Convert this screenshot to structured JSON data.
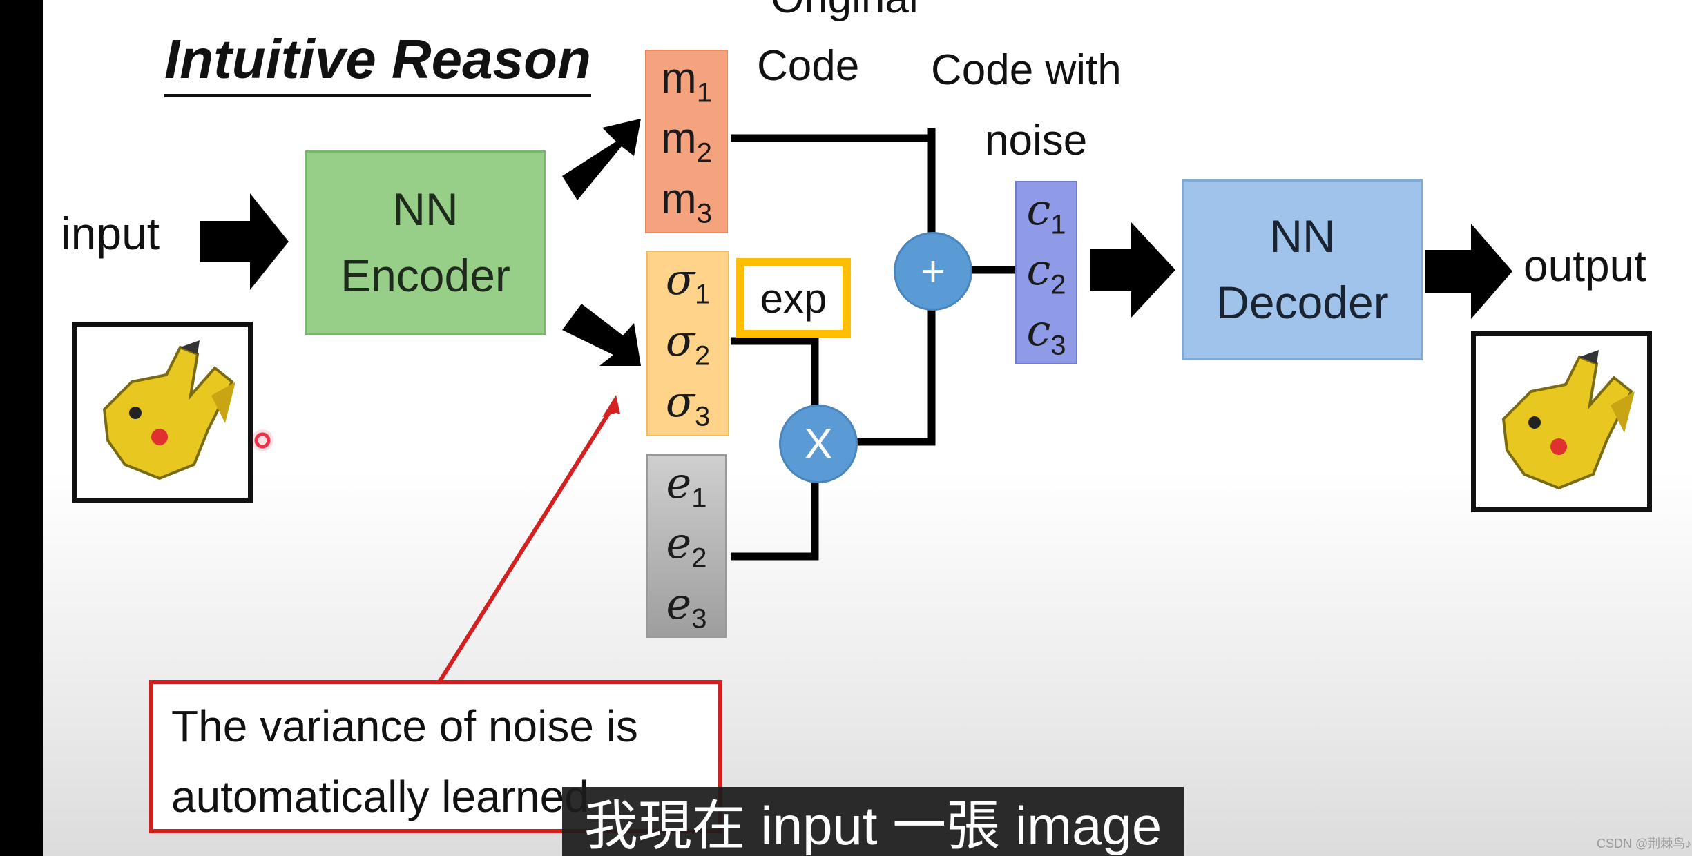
{
  "title": "Intuitive Reason",
  "labels": {
    "input": "input",
    "output": "output",
    "original_code_line1": "Original",
    "original_code_line2": "Code",
    "code_with_noise_line1": "Code with",
    "code_with_noise_line2": "noise",
    "exp": "exp",
    "plus": "+",
    "times": "X"
  },
  "encoder": {
    "line1": "NN",
    "line2": "Encoder"
  },
  "decoder": {
    "line1": "NN",
    "line2": "Decoder"
  },
  "vectors": {
    "m": [
      {
        "base": "m",
        "sub": "1"
      },
      {
        "base": "m",
        "sub": "2"
      },
      {
        "base": "m",
        "sub": "3"
      }
    ],
    "sigma": [
      {
        "base": "σ",
        "sub": "1"
      },
      {
        "base": "σ",
        "sub": "2"
      },
      {
        "base": "σ",
        "sub": "3"
      }
    ],
    "e": [
      {
        "base": "e",
        "sub": "1"
      },
      {
        "base": "e",
        "sub": "2"
      },
      {
        "base": "e",
        "sub": "3"
      }
    ],
    "c": [
      {
        "base": "c",
        "sub": "1"
      },
      {
        "base": "c",
        "sub": "2"
      },
      {
        "base": "c",
        "sub": "3"
      }
    ]
  },
  "note": {
    "line1": "The variance of noise is",
    "line2": "automatically learned"
  },
  "subtitle": "我現在 input 一張 image",
  "watermark": "CSDN @荆棘鸟♪",
  "colors": {
    "encoder": "#97cf88",
    "decoder": "#9fc3ea",
    "m_vector": "#f5a27e",
    "sigma_vector": "#ffd38a",
    "e_vector": "#b8b8b8",
    "c_vector": "#8f9be6",
    "exp_border": "#ffbf00",
    "operator": "#5b9bd5",
    "annotation": "#d02020"
  },
  "icons": [
    "pikachu-input-image",
    "pikachu-output-image",
    "cursor-dot-icon"
  ]
}
